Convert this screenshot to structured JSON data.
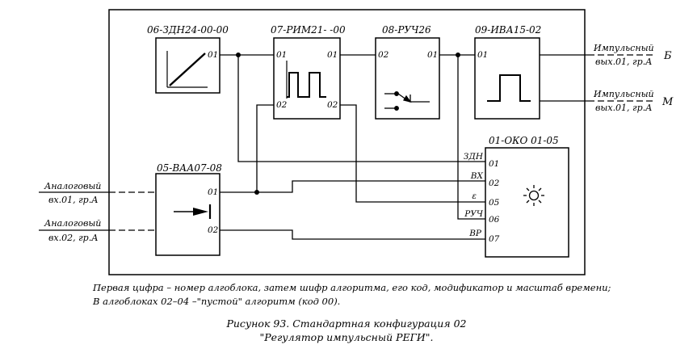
{
  "blocks": {
    "zdn": {
      "title": "06-ЗДН24-00-00",
      "out": "01"
    },
    "rim": {
      "title": "07-РИМ21- -00",
      "in1": "01",
      "in2": "02",
      "out1": "01",
      "out2": "02"
    },
    "ruch": {
      "title": "08-РУЧ26",
      "in": "02",
      "out": "01"
    },
    "iva": {
      "title": "09-ИВА15-02",
      "in": "01"
    },
    "vaa": {
      "title": "05-ВАА07-08",
      "out1": "01",
      "out2": "02"
    },
    "oko": {
      "title": "01-ОКО 01-05",
      "inputs": [
        {
          "signal": "ЗДН",
          "num": "01"
        },
        {
          "signal": "ВХ",
          "num": "02"
        },
        {
          "signal": "ε",
          "num": "05"
        },
        {
          "signal": "РУЧ",
          "num": "06"
        },
        {
          "signal": "ВР",
          "num": "07"
        }
      ]
    }
  },
  "external": {
    "out_b": {
      "line1": "Импульсный",
      "line2": "вых.01, гр.А",
      "mark": "Б"
    },
    "out_m": {
      "line1": "Импульсный",
      "line2": "вых.01, гр.А",
      "mark": "М"
    },
    "in_1": {
      "line1": "Аналоговый",
      "line2": "вх.01, гр.А"
    },
    "in_2": {
      "line1": "Аналоговый",
      "line2": "вх.02, гр.А"
    }
  },
  "notes": {
    "line1": "Первая цифра – номер алгоблока, затем шифр алгоритма, его код, модификатор и масштаб времени;",
    "line2": "В алгоблоках 02–04 –\"пустой\" алгоритм (код 00)."
  },
  "caption": {
    "line1": "Рисунок 93. Стандартная конфигурация 02",
    "line2": "\"Регулятор импульсный РЕГИ\"."
  }
}
